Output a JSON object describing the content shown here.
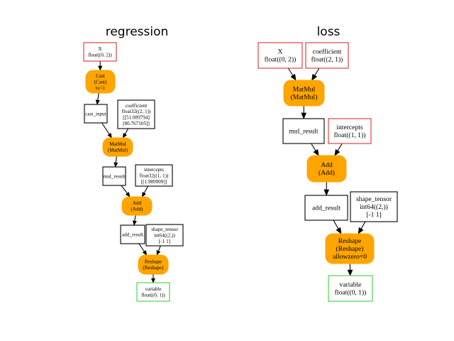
{
  "colors": {
    "op_fill": "#ffa500",
    "input_border": "#e0302f",
    "output_border": "#40d040",
    "plain_border": "#000000",
    "edge": "#000000"
  },
  "panels": [
    {
      "id": "regression",
      "title": "regression",
      "nodes": [
        {
          "id": "X",
          "kind": "input",
          "lines": [
            "X",
            "float((0, 2))"
          ]
        },
        {
          "id": "Cast",
          "kind": "op",
          "lines": [
            "Cast",
            "(Cast)",
            "to=1"
          ]
        },
        {
          "id": "cast_input",
          "kind": "plain",
          "lines": [
            "cast_input"
          ]
        },
        {
          "id": "coefficient",
          "kind": "plain",
          "lines": [
            "coefficient",
            "float32((2, 1))",
            "[[51.089794]",
            " [80.767105]]"
          ]
        },
        {
          "id": "MatMul",
          "kind": "op",
          "lines": [
            "MatMul",
            "(MatMul)"
          ]
        },
        {
          "id": "mul_result",
          "kind": "plain",
          "lines": [
            "mul_result"
          ]
        },
        {
          "id": "intercepts",
          "kind": "plain",
          "lines": [
            "intercepts",
            "float32((1, 1))",
            "[[1.989909]]"
          ]
        },
        {
          "id": "Add",
          "kind": "op",
          "lines": [
            "Add",
            "(Add)"
          ]
        },
        {
          "id": "add_result",
          "kind": "plain",
          "lines": [
            "add_result"
          ]
        },
        {
          "id": "shape_tensor",
          "kind": "plain",
          "lines": [
            "shape_tensor",
            "int64((2,))",
            "[-1  1]"
          ]
        },
        {
          "id": "Reshape",
          "kind": "op",
          "lines": [
            "Reshape",
            "(Reshape)"
          ]
        },
        {
          "id": "variable",
          "kind": "output",
          "lines": [
            "variable",
            "float((0, 1))"
          ]
        }
      ],
      "edges": [
        [
          "X",
          "Cast"
        ],
        [
          "Cast",
          "cast_input"
        ],
        [
          "cast_input",
          "MatMul"
        ],
        [
          "coefficient",
          "MatMul"
        ],
        [
          "MatMul",
          "mul_result"
        ],
        [
          "mul_result",
          "Add"
        ],
        [
          "intercepts",
          "Add"
        ],
        [
          "Add",
          "add_result"
        ],
        [
          "add_result",
          "Reshape"
        ],
        [
          "shape_tensor",
          "Reshape"
        ],
        [
          "Reshape",
          "variable"
        ]
      ]
    },
    {
      "id": "loss",
      "title": "loss",
      "nodes": [
        {
          "id": "X",
          "kind": "input",
          "lines": [
            "X",
            "float((0, 2))"
          ]
        },
        {
          "id": "coefficient",
          "kind": "input",
          "lines": [
            "coefficient",
            "float((2, 1))"
          ]
        },
        {
          "id": "MatMul",
          "kind": "op",
          "lines": [
            "MatMul",
            "(MatMul)"
          ]
        },
        {
          "id": "mul_result",
          "kind": "plain",
          "lines": [
            "mul_result"
          ]
        },
        {
          "id": "intercepts",
          "kind": "input",
          "lines": [
            "intercepts",
            "float((1, 1))"
          ]
        },
        {
          "id": "Add",
          "kind": "op",
          "lines": [
            "Add",
            "(Add)"
          ]
        },
        {
          "id": "add_result",
          "kind": "plain",
          "lines": [
            "add_result"
          ]
        },
        {
          "id": "shape_tensor",
          "kind": "plain",
          "lines": [
            "shape_tensor",
            "int64((2,))",
            "[-1  1]"
          ]
        },
        {
          "id": "Reshape",
          "kind": "op",
          "lines": [
            "Reshape",
            "(Reshape)",
            "allowzero=0"
          ]
        },
        {
          "id": "variable",
          "kind": "output",
          "lines": [
            "variable",
            "float((0, 1))"
          ]
        }
      ],
      "edges": [
        [
          "X",
          "MatMul"
        ],
        [
          "coefficient",
          "MatMul"
        ],
        [
          "MatMul",
          "mul_result"
        ],
        [
          "mul_result",
          "Add"
        ],
        [
          "intercepts",
          "Add"
        ],
        [
          "Add",
          "add_result"
        ],
        [
          "add_result",
          "Reshape"
        ],
        [
          "shape_tensor",
          "Reshape"
        ],
        [
          "Reshape",
          "variable"
        ]
      ]
    }
  ]
}
